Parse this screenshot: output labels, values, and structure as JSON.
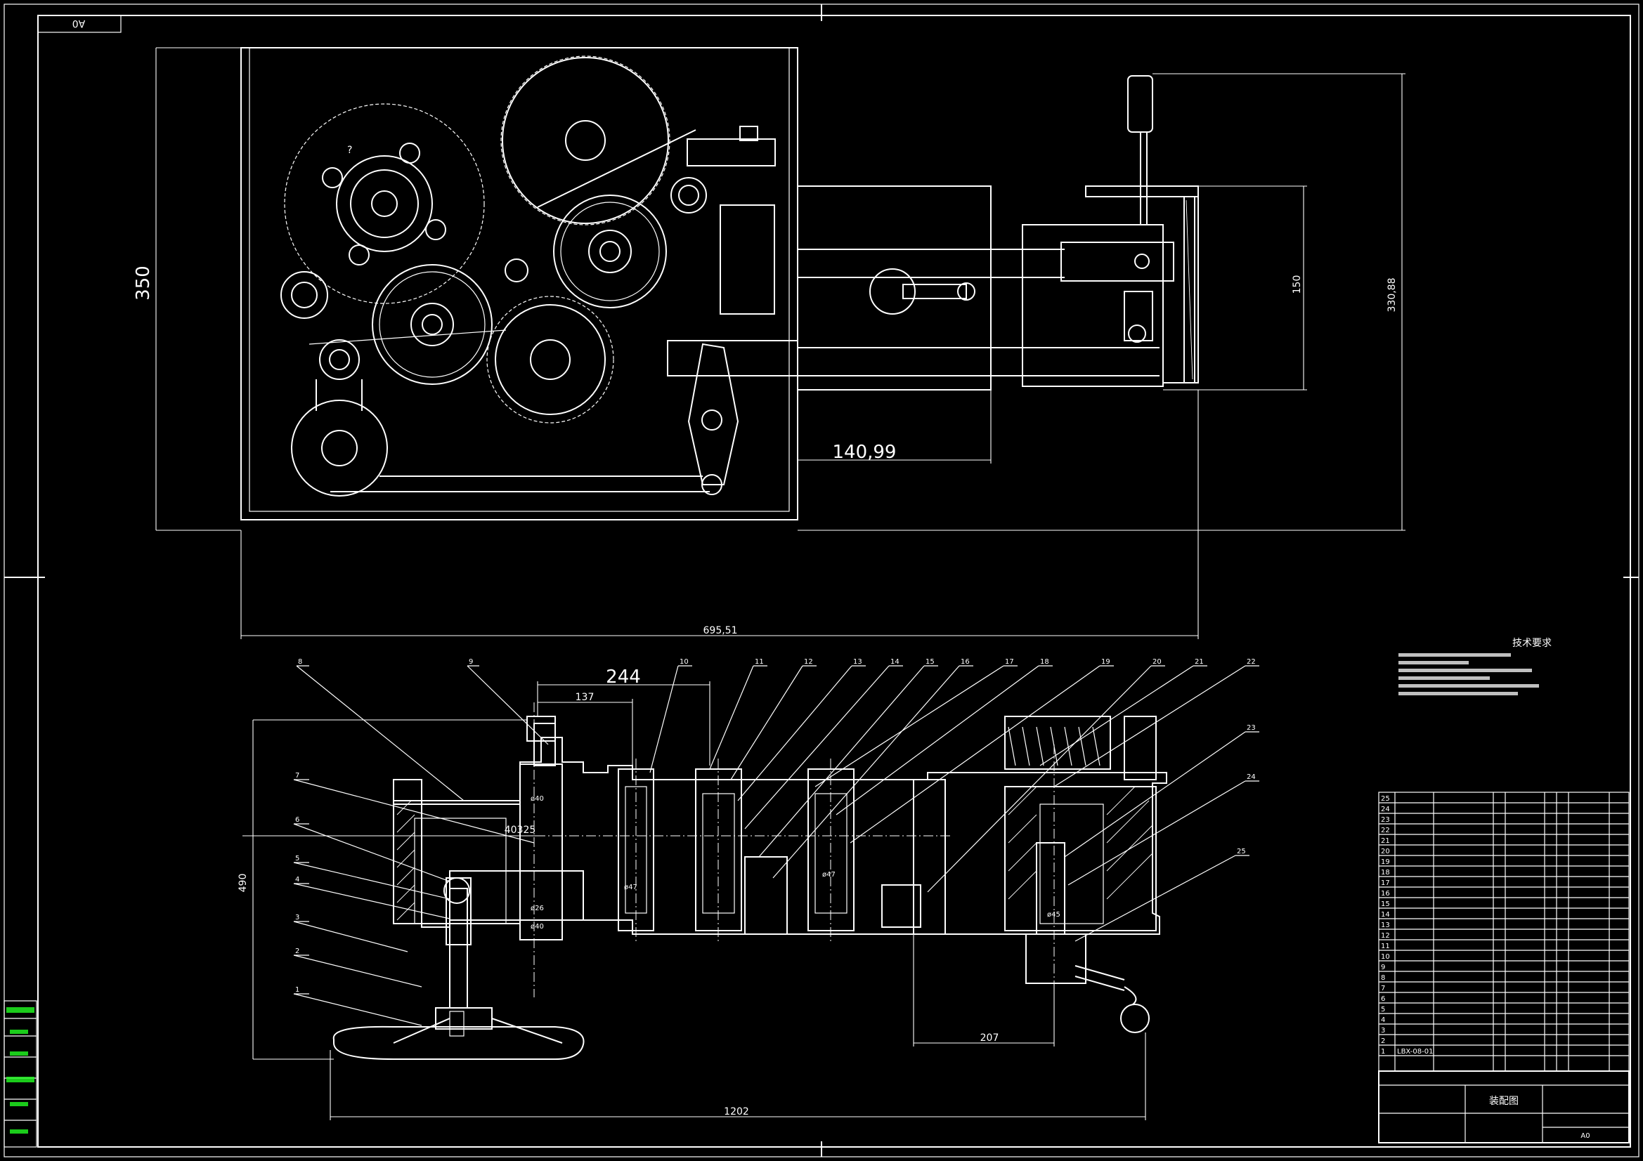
{
  "sheet": {
    "size_tag": "A0"
  },
  "dimensions": {
    "d350": "350",
    "d330": "330,88",
    "d150": "150",
    "d140": "140,99",
    "d695": "695,51",
    "d244": "244",
    "d137": "137",
    "d40325": "40325",
    "d490": "490",
    "d207": "207",
    "d1202": "1202",
    "phi40a": "ø40",
    "phi40b": "ø40",
    "phi26": "ø26",
    "phi47a": "ø47",
    "phi47b": "ø47",
    "phi45": "ø45",
    "q": "?"
  },
  "balloons": [
    "1",
    "2",
    "3",
    "4",
    "5",
    "6",
    "7",
    "8",
    "9",
    "10",
    "11",
    "12",
    "13",
    "14",
    "15",
    "16",
    "17",
    "18",
    "19",
    "20",
    "21",
    "22",
    "23",
    "24",
    "25"
  ],
  "tech_requirements": {
    "title": "技术要求"
  },
  "parts_list": {
    "rows": [
      "25",
      "24",
      "23",
      "22",
      "21",
      "20",
      "19",
      "18",
      "17",
      "16",
      "15",
      "14",
      "13",
      "12",
      "11",
      "10",
      "9",
      "8",
      "7",
      "6",
      "5",
      "4",
      "3",
      "2",
      "1"
    ],
    "codes": {
      "row1": "LBX-08-01"
    }
  },
  "title_block": {
    "drawing_name": "装配图",
    "sheet_size": "A0"
  },
  "colors": {
    "background": "#000000",
    "lines": "#ffffff",
    "side_labels": "#22ff22"
  }
}
